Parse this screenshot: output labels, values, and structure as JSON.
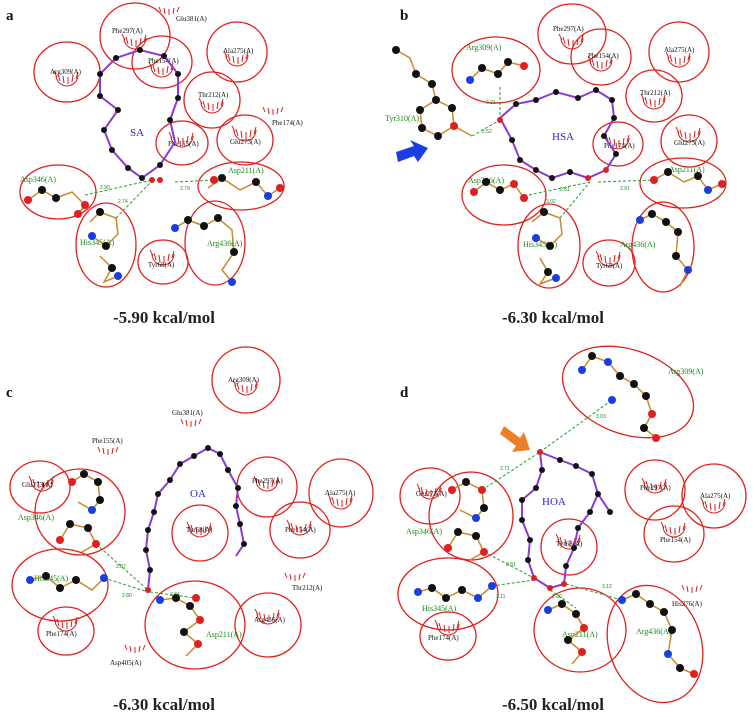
{
  "figure": {
    "panels": [
      {
        "letter": "a",
        "ligand": "SA",
        "energy": "-5.90 kcal/mol",
        "hbond_residues": [
          "Asp346(A)",
          "His345(A)",
          "Arg436(A)",
          "Asp211(A)"
        ],
        "hydrophobic_residues": [
          "Phe297(A)",
          "Glu381(A)",
          "Phe154(A)",
          "Ala275(A)",
          "Arg309(A)",
          "Thr212(A)",
          "Phe174(A)",
          "Glu273(A)",
          "Phe155(A)",
          "Tyr68(A)"
        ],
        "distances": [
          "2.90",
          "2.79",
          "2.74"
        ]
      },
      {
        "letter": "b",
        "ligand": "HSA",
        "energy": "-6.30 kcal/mol",
        "hbond_residues": [
          "Arg309(A)",
          "Tyr310(A)",
          "Asp346(A)",
          "His345(A)",
          "Arg436(A)",
          "Asp211(A)"
        ],
        "hydrophobic_residues": [
          "Phe297(A)",
          "Ala275(A)",
          "Phe154(A)",
          "Thr212(A)",
          "Phe174(A)",
          "Glu273(A)",
          "Tyr68(A)"
        ],
        "distances": [
          "3.21",
          "2.52",
          "2.81",
          "3.02",
          "2.91"
        ]
      },
      {
        "letter": "c",
        "ligand": "OA",
        "energy": "-6.30 kcal/mol",
        "hbond_residues": [
          "Asp346(A)",
          "His345(A)",
          "Asp211(A)"
        ],
        "hydrophobic_residues": [
          "Arg309(A)",
          "Glu381(A)",
          "Phe155(A)",
          "Glu273(A)",
          "Phe297(A)",
          "Ala275(A)",
          "Tyr68(A)",
          "Phe154(A)",
          "Thr212(A)",
          "Arg436(A)",
          "Phe174(A)",
          "Asp405(A)"
        ],
        "distances": [
          "2.87",
          "2.80",
          "2.84"
        ]
      },
      {
        "letter": "d",
        "ligand": "HOA",
        "energy": "-6.50 kcal/mol",
        "hbond_residues": [
          "Arg309(A)",
          "Asp346(A)",
          "His345(A)",
          "Asp211(A)",
          "Arg436(A)"
        ],
        "hydrophobic_residues": [
          "Glu273(A)",
          "Phe297(A)",
          "Ala275(A)",
          "Tyr68(A)",
          "Phe154(A)",
          "His276(A)",
          "Phe174(A)"
        ],
        "distances": [
          "3.03",
          "2.71",
          "2.81",
          "3.11",
          "2.80",
          "3.12"
        ]
      }
    ],
    "colors": {
      "circle": "#e0201c",
      "hbond_label": "#1a8a1a",
      "ligand_bond": "#8a3ad6",
      "core_label": "#2525d0",
      "arrow_blue": "#1a3fe0",
      "arrow_orange": "#e8802a"
    }
  }
}
